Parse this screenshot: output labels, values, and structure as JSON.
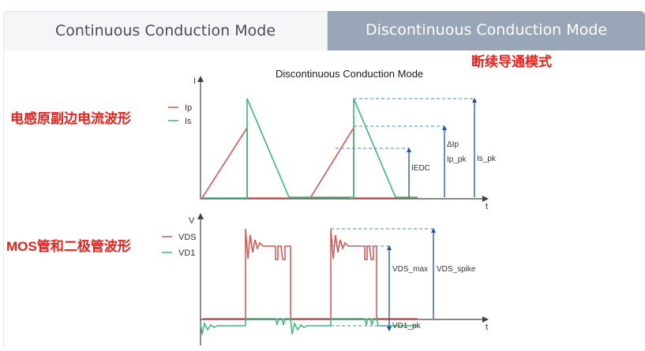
{
  "tabs": [
    {
      "label": "Continuous Conduction Mode",
      "active": false
    },
    {
      "label": "Discontinuous Conduction Mode",
      "active": true
    }
  ],
  "figure": {
    "title": "Discontinuous  Conduction Mode",
    "cn_title": "断续导通模式",
    "top_section_label": "电感原副边电流波形",
    "bottom_section_label": "MOS管和二极管波形",
    "top_axis_y": "I",
    "top_axis_x": "t",
    "bottom_axis_y": "V",
    "bottom_axis_x": "t",
    "legend_top": [
      {
        "label": "Ip",
        "color": "#d9534f"
      },
      {
        "label": "Is",
        "color": "#3cb878"
      }
    ],
    "legend_bottom": [
      {
        "label": "VDS",
        "color": "#d9534f"
      },
      {
        "label": "VD1",
        "color": "#3cb878"
      }
    ],
    "annotations_top": [
      "IEDC",
      "ΔIp",
      "Ip_pk",
      "Is_pk"
    ],
    "annotations_bottom": [
      "VDS_max",
      "VDS_spike",
      "VD1_pk"
    ]
  },
  "colors": {
    "primary": "#d9534f",
    "secondary": "#3cb878",
    "marker": "#1f4fa8",
    "dash": "#3b8fe0",
    "label_red": "#e8231e"
  }
}
